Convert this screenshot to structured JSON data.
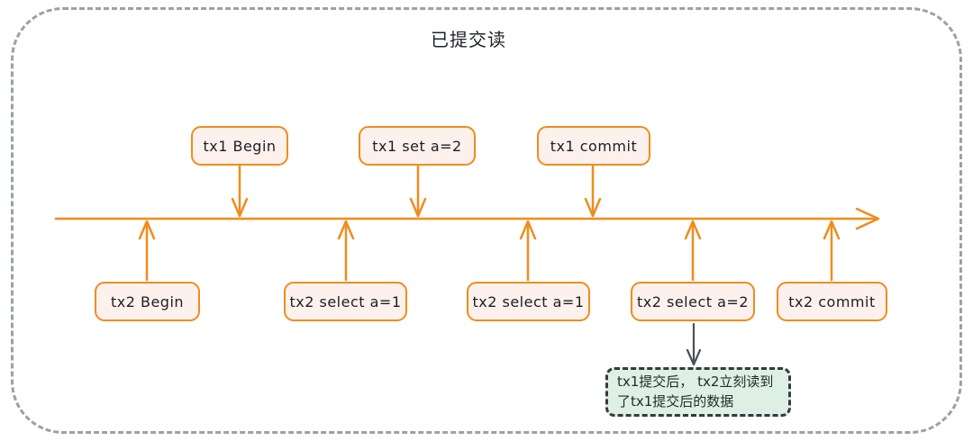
{
  "frame": {
    "title": "已提交读"
  },
  "tx1_events": [
    {
      "label": "tx1 Begin"
    },
    {
      "label": "tx1 set a=2"
    },
    {
      "label": "tx1 commit"
    }
  ],
  "tx2_events": [
    {
      "label": "tx2 Begin"
    },
    {
      "label": "tx2 select a=1"
    },
    {
      "label": "tx2 select a=1"
    },
    {
      "label": "tx2 select a=2"
    },
    {
      "label": "tx2 commit"
    }
  ],
  "note": {
    "line1": "tx1提交后， tx2立刻读到",
    "line2": "了tx1提交后的数据"
  },
  "colors": {
    "accent_orange": "#f08c1c",
    "event_box_fill": "#fdf1ed",
    "note_fill": "#def0e3",
    "note_border": "#343a40",
    "frame_border": "#99a2ab",
    "gray_arrow": "#495057",
    "text": "#1b1f23"
  }
}
